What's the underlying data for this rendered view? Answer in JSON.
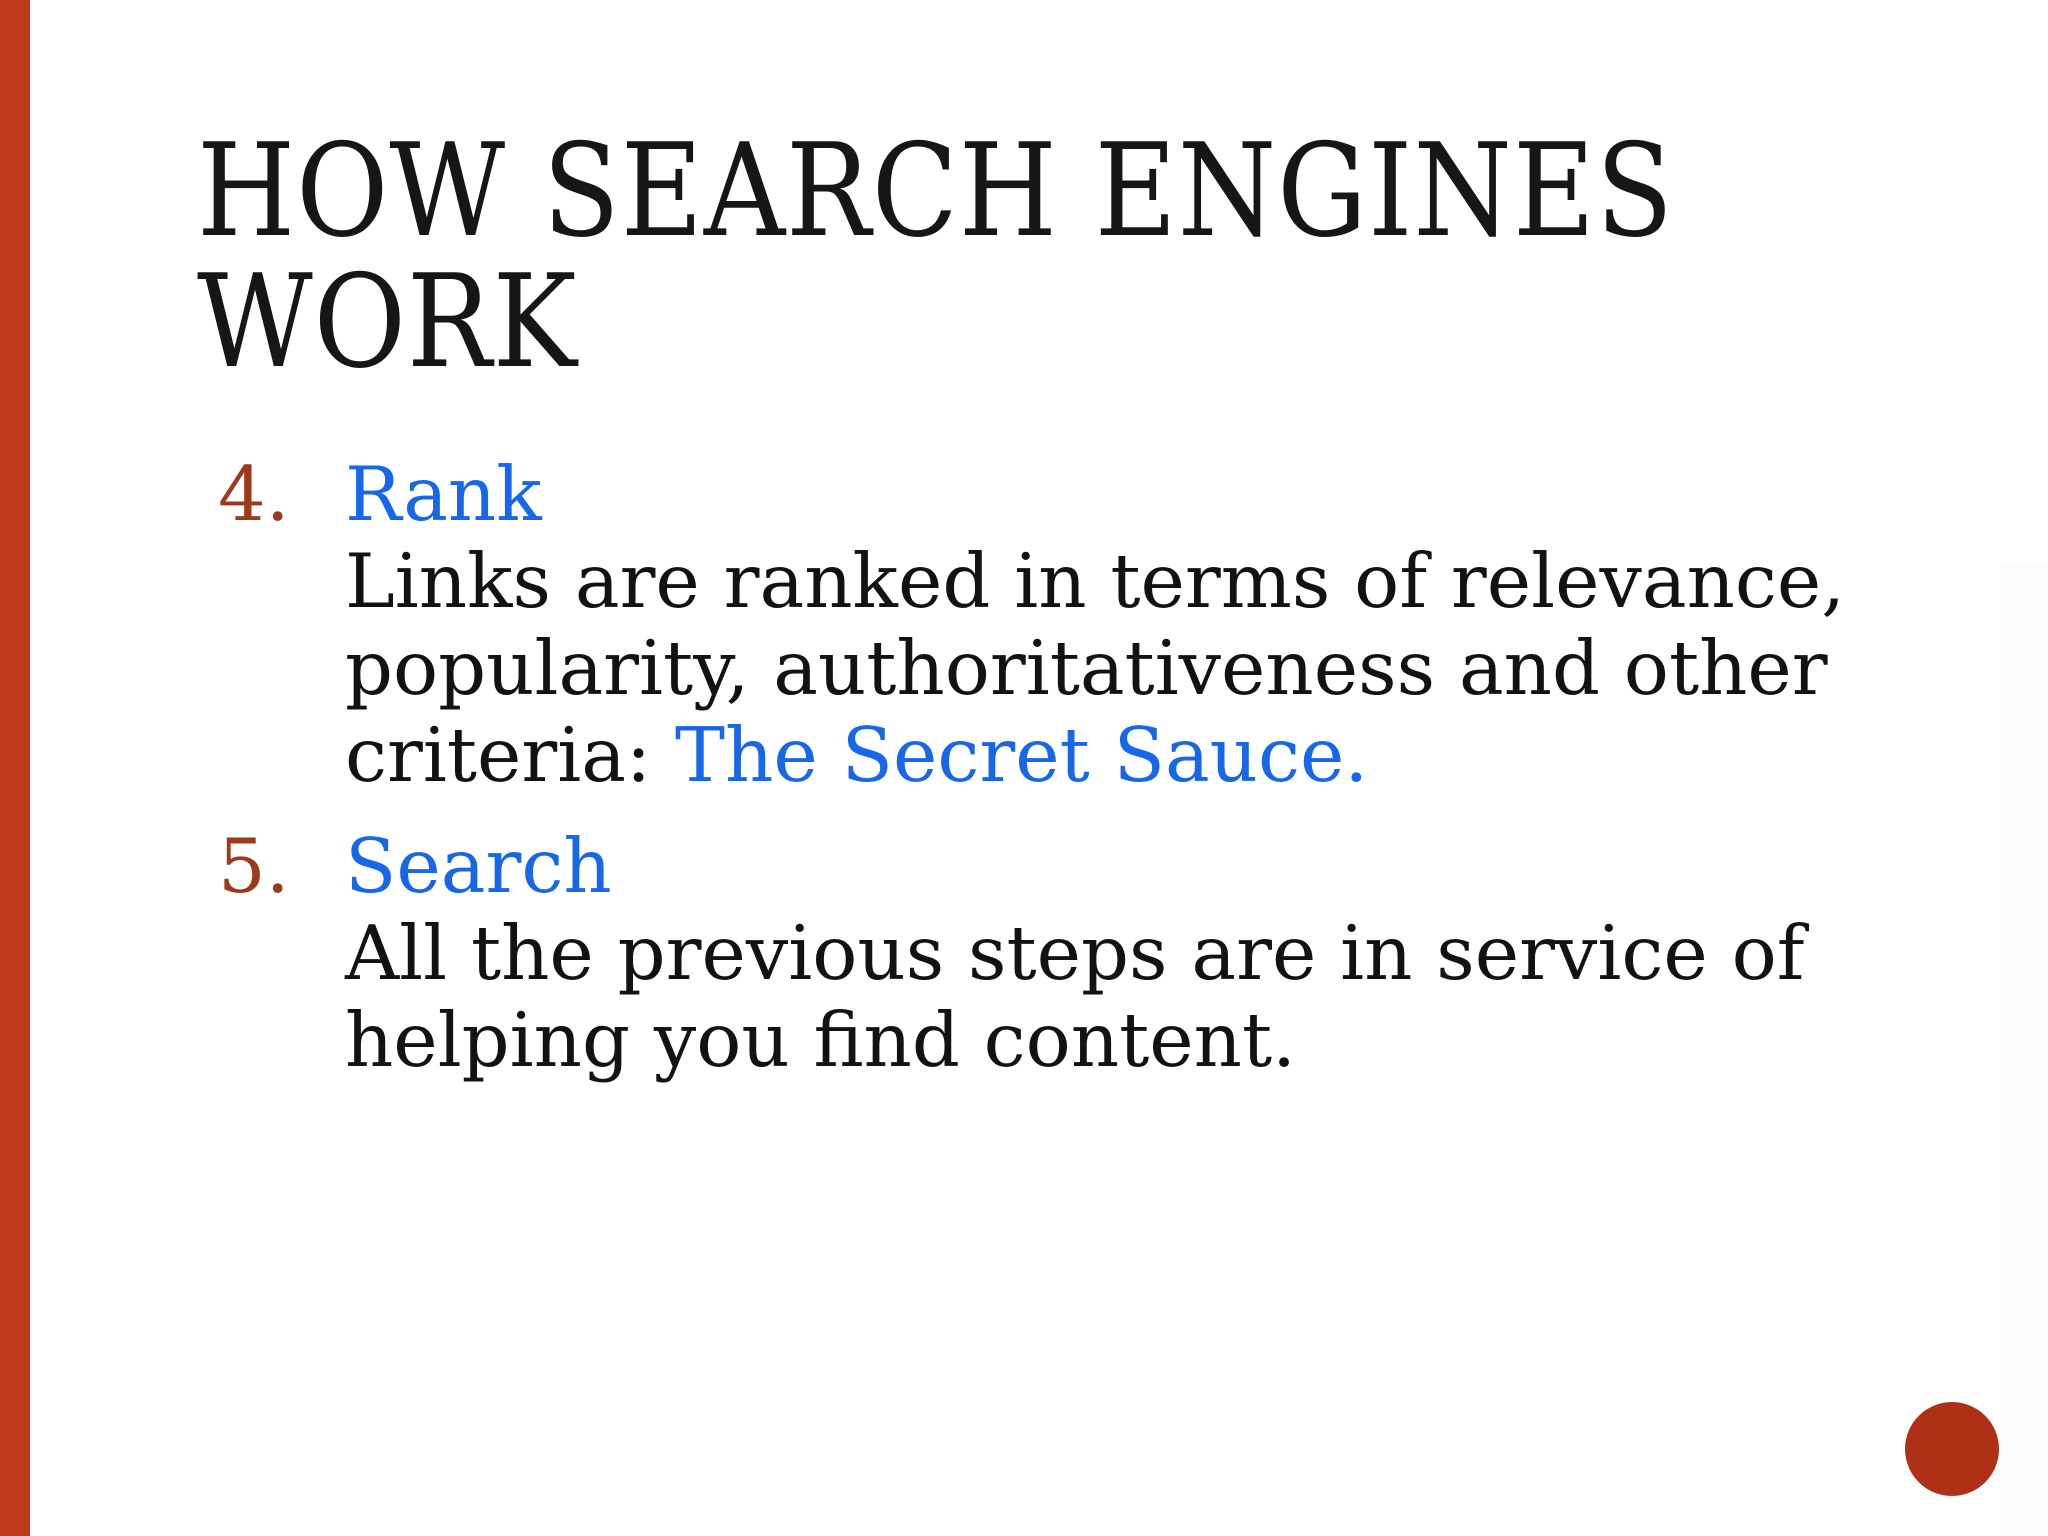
{
  "slide": {
    "title": {
      "line1": "HOW SEARCH ENGINES",
      "line2": "WORK"
    },
    "list": {
      "items": [
        {
          "number": "4.",
          "heading": "Rank",
          "body_line1": "Links are ranked in terms of relevance,",
          "body_line2": "popularity, authoritativeness and other",
          "body_line3_prefix": "criteria: ",
          "body_line3_link": "The Secret Sauce."
        },
        {
          "number": "5.",
          "heading": "Search",
          "body_line1": "All the previous steps are in service of",
          "body_line2": "helping you find content."
        }
      ]
    },
    "decorations": {
      "left_stripe_color": "#c23a1c",
      "circle_color": "#ae3117",
      "link_color": "#1767e8",
      "number_color": "#9d3a1b"
    }
  }
}
